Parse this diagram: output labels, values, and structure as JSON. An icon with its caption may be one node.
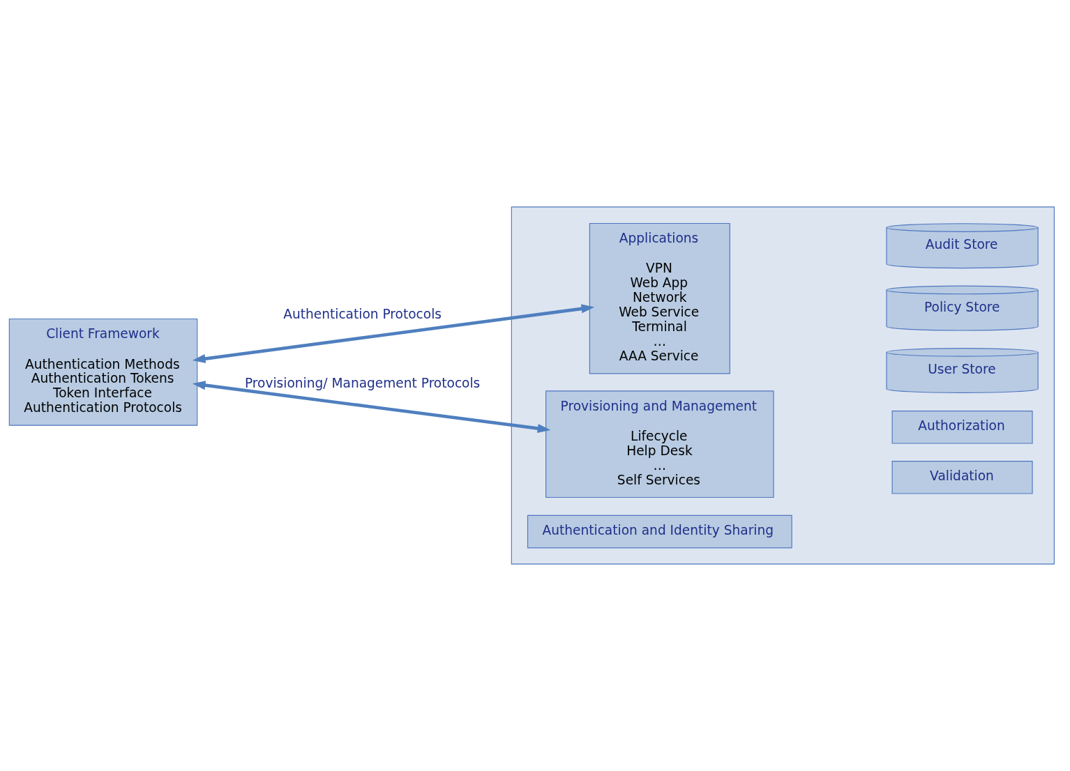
{
  "diagram": {
    "nodes": [
      {
        "text": [
          "Client Framework",
          "Authentication Methods",
          "Authentication Tokens",
          "Token Interface",
          "Authentication Protocols"
        ]
      },
      {
        "text": [],
        "shape": "box"
      },
      {
        "text": [
          "Applications",
          "VPN",
          "Web App",
          "Network",
          "Web Service",
          "Terminal",
          "…",
          "AAA Service"
        ],
        "in": 1
      },
      {
        "text": [
          "Validation"
        ],
        "in": 1
      },
      {
        "text": [
          "Authorization"
        ],
        "in": 1
      },
      {
        "text": [
          "User Store"
        ],
        "in": 1
      },
      {
        "text": [
          "Provisioning and Management",
          "Lifecycle",
          "Help Desk",
          "…",
          "Self Services"
        ],
        "in": 1
      },
      {
        "text": [
          "Policy Store"
        ],
        "in": 1
      },
      {
        "text": [
          "Audit Store"
        ],
        "in": 1
      },
      {
        "text": [
          "Authentication and Identity Sharing"
        ],
        "in": 1
      }
    ],
    "edges": [
      {
        "from": 0,
        "to": 2,
        "arrow": "both",
        "label": "Authentication Protocols"
      },
      {
        "from": 0,
        "to": 6,
        "arrow": "both",
        "label": "Provisioning/ Management Protocols"
      }
    ]
  }
}
